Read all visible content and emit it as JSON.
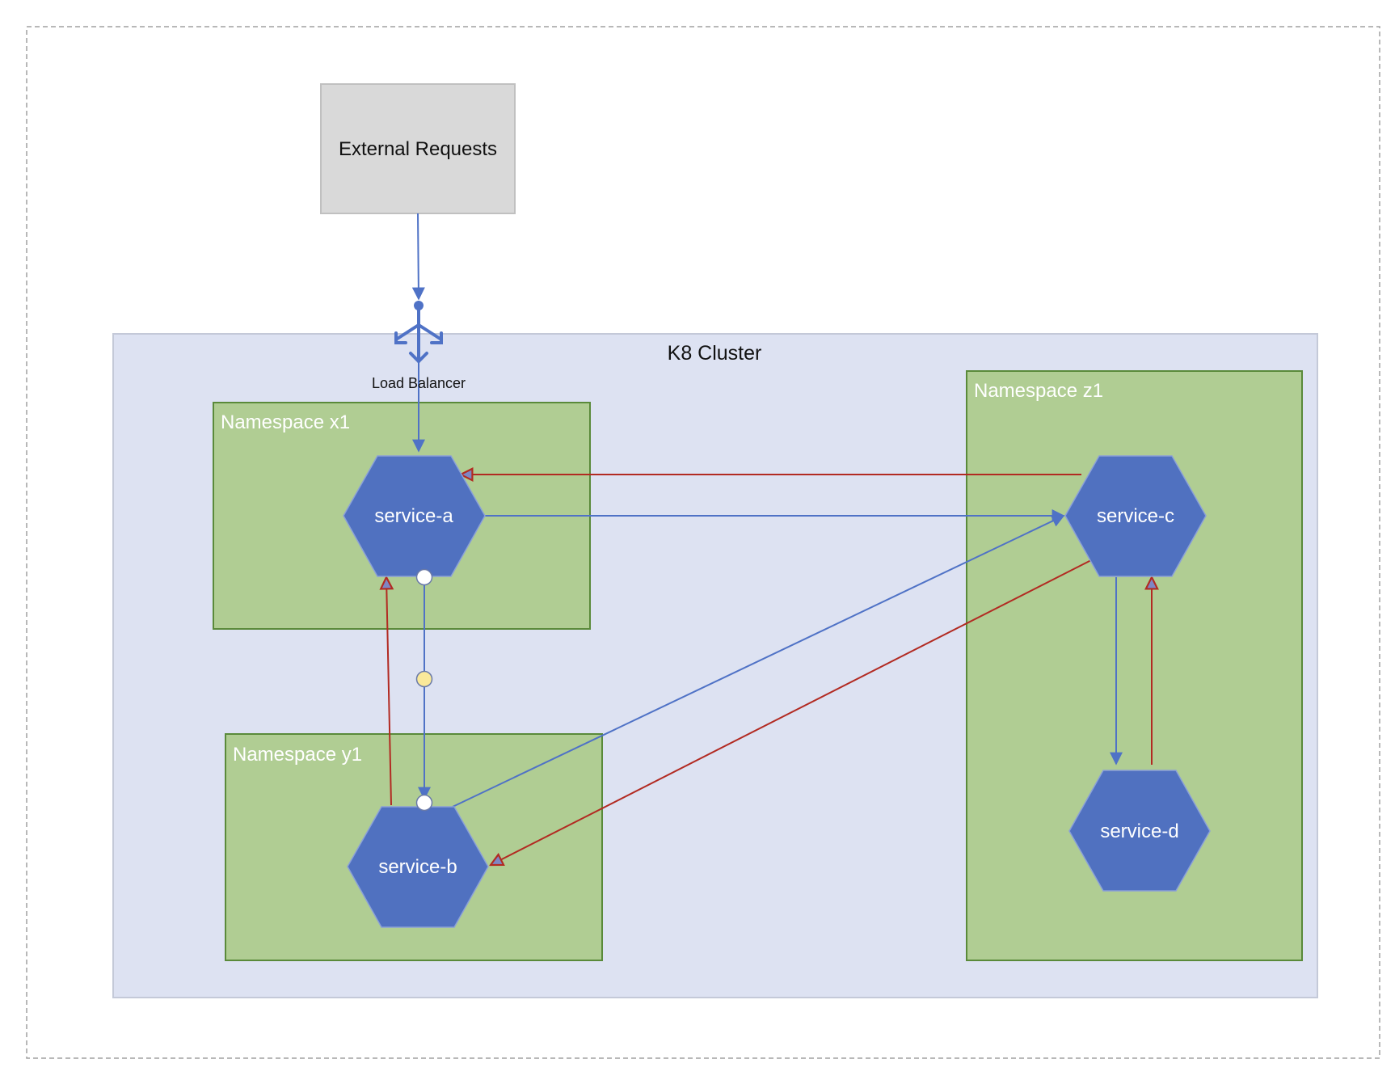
{
  "diagram": {
    "cluster_label": "K8 Cluster",
    "external_label": "External Requests",
    "load_balancer_label": "Load Balancer",
    "namespaces": {
      "x1": "Namespace x1",
      "y1": "Namespace y1",
      "z1": "Namespace z1"
    },
    "services": {
      "a": "service-a",
      "b": "service-b",
      "c": "service-c",
      "d": "service-d"
    },
    "colors": {
      "cluster_fill": "#dde2f2",
      "namespace_fill": "#b0cd93",
      "namespace_border": "#5a8a3a",
      "service_fill": "#5071c0",
      "request_edge": "#4f72c6",
      "response_edge": "#b22a22",
      "external_fill": "#d9d9d9",
      "sidecar_marker": "#fae99a"
    }
  }
}
